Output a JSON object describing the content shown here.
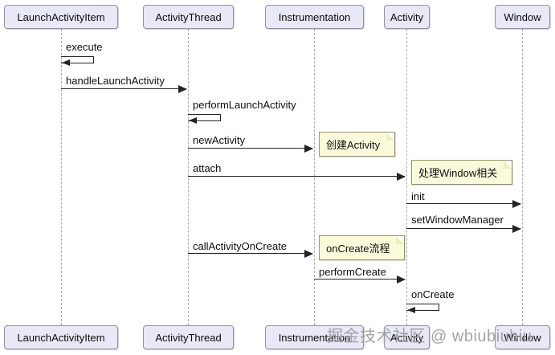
{
  "diagram": {
    "type": "uml-sequence",
    "participants": [
      {
        "label": "LaunchActivityItem"
      },
      {
        "label": "ActivityThread"
      },
      {
        "label": "Instrumentation"
      },
      {
        "label": "Activity"
      },
      {
        "label": "Window"
      }
    ],
    "messages": [
      {
        "label": "execute",
        "from": "LaunchActivityItem",
        "to": "LaunchActivityItem",
        "kind": "self"
      },
      {
        "label": "handleLaunchActivity",
        "from": "LaunchActivityItem",
        "to": "ActivityThread",
        "kind": "arrow"
      },
      {
        "label": "performLaunchActivity",
        "from": "ActivityThread",
        "to": "ActivityThread",
        "kind": "self"
      },
      {
        "label": "newActivity",
        "from": "ActivityThread",
        "to": "Instrumentation",
        "kind": "arrow"
      },
      {
        "label": "attach",
        "from": "ActivityThread",
        "to": "Activity",
        "kind": "arrow"
      },
      {
        "label": "init",
        "from": "Activity",
        "to": "Window",
        "kind": "arrow"
      },
      {
        "label": "setWindowManager",
        "from": "Activity",
        "to": "Window",
        "kind": "arrow"
      },
      {
        "label": "callActivityOnCreate",
        "from": "ActivityThread",
        "to": "Instrumentation",
        "kind": "arrow"
      },
      {
        "label": "performCreate",
        "from": "Instrumentation",
        "to": "Activity",
        "kind": "arrow"
      },
      {
        "label": "onCreate",
        "from": "Activity",
        "to": "Activity",
        "kind": "self"
      }
    ],
    "notes": [
      {
        "text": "创建Activity",
        "anchor": "Instrumentation"
      },
      {
        "text": "处理Window相关",
        "anchor": "Activity"
      },
      {
        "text": "onCreate流程",
        "anchor": "Instrumentation"
      }
    ],
    "watermark": "掘金技术社区 @ wbiubiubiu",
    "colors": {
      "participant_fill": "#e8e8f7",
      "participant_border": "#9191a5",
      "note_fill": "#fbfbdc",
      "note_border": "#94946e",
      "arrow": "#242424",
      "lifeline": "#a9a9a9",
      "watermark": "#9a9a9e",
      "background": "#ffffff"
    }
  }
}
